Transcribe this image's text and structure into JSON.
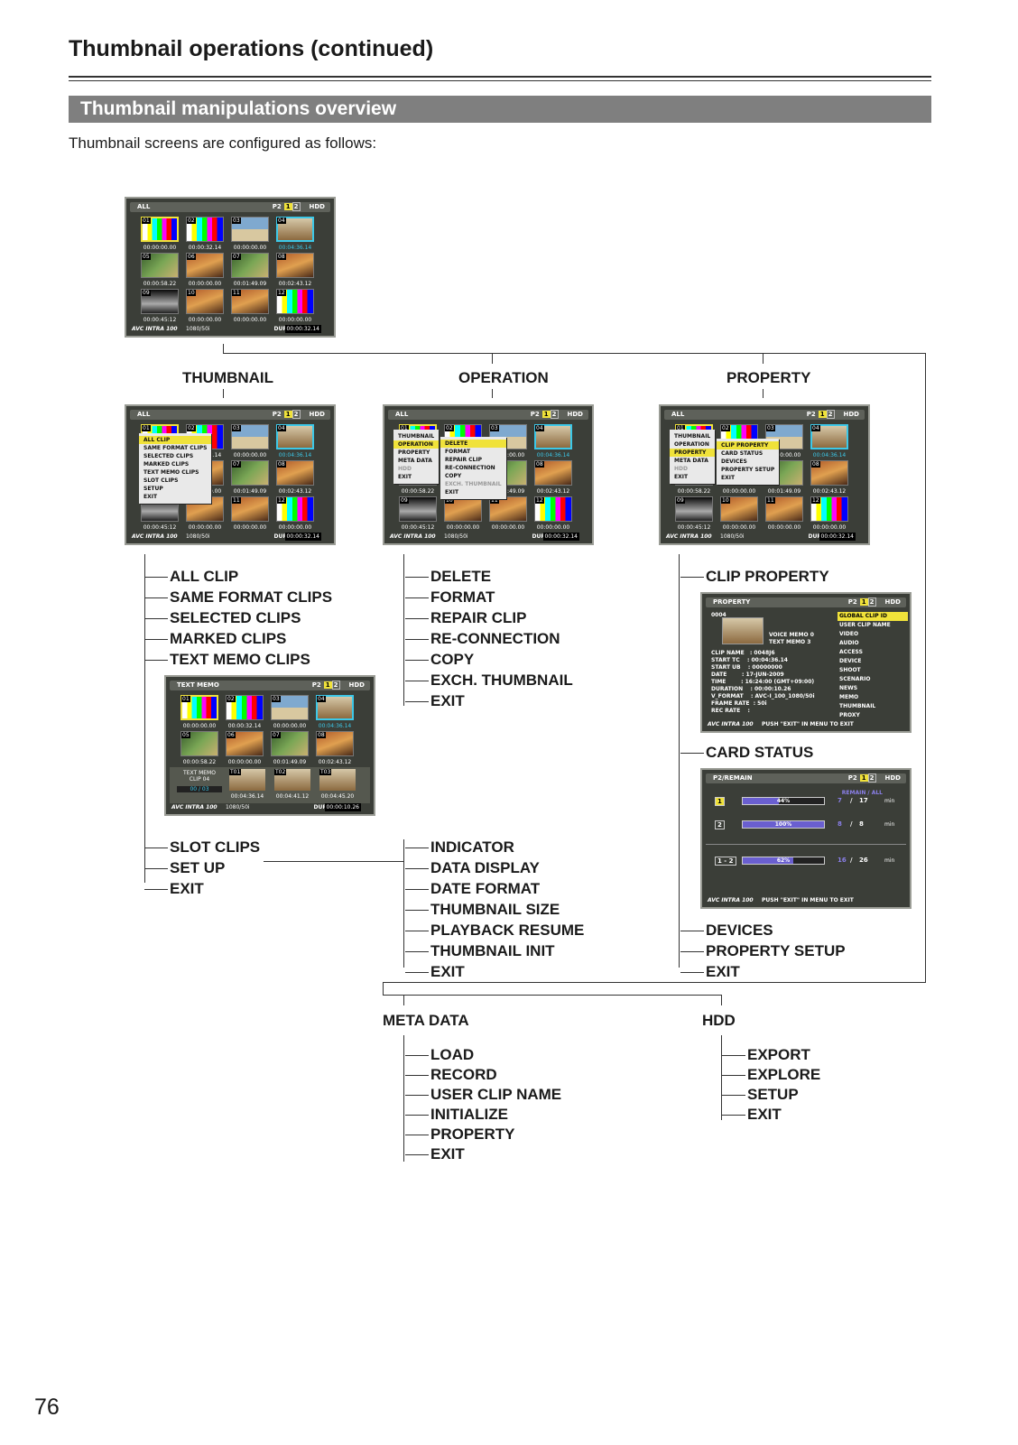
{
  "header": {
    "title": "Thumbnail operations (continued)"
  },
  "section": {
    "title": "Thumbnail manipulations overview"
  },
  "intro": "Thumbnail screens are configured as follows:",
  "page_number": "76",
  "screen_common": {
    "slot_label": "P2",
    "slot1": "1",
    "slot2": "2",
    "hdd": "HDD",
    "logo": "AVC INTRA 100",
    "format": "1080/50i",
    "dur_label": "DUR",
    "dur_value": "00:00:32.14",
    "clip_nums": [
      "01",
      "02",
      "03",
      "04",
      "05",
      "06",
      "07",
      "08",
      "09",
      "10",
      "11",
      "12"
    ],
    "timecodes": [
      "00:00:00.00",
      "00:00:32.14",
      "00:00:00.00",
      "00:04:36.14",
      "00:00:58.22",
      "00:00:00.00",
      "00:01:49.09",
      "00:02:43.12",
      "00:00:45:12",
      "00:00:00.00",
      "00:00:00.00",
      "00:00:00.00"
    ]
  },
  "screens": {
    "main": {
      "top": "ALL"
    },
    "thumbnail": {
      "top": "ALL",
      "menu": [
        "ALL CLIP",
        "SAME FORMAT CLIPS",
        "SELECTED CLIPS",
        "MARKED CLIPS",
        "TEXT MEMO CLIPS",
        "SLOT CLIPS",
        "SETUP",
        "EXIT"
      ]
    },
    "operation": {
      "top": "ALL",
      "menu": [
        "THUMBNAIL",
        "OPERATION",
        "PROPERTY",
        "META DATA",
        "HDD",
        "EXIT"
      ],
      "submenu": [
        "DELETE",
        "FORMAT",
        "REPAIR CLIP",
        "RE-CONNECTION",
        "COPY",
        "EXCH. THUMBNAIL",
        "EXIT"
      ]
    },
    "property": {
      "top": "ALL",
      "menu": [
        "THUMBNAIL",
        "OPERATION",
        "PROPERTY",
        "META DATA",
        "HDD",
        "EXIT"
      ],
      "submenu": [
        "CLIP PROPERTY",
        "CARD STATUS",
        "DEVICES",
        "PROPERTY SETUP",
        "EXIT"
      ]
    },
    "text_memo": {
      "top": "TEXT MEMO",
      "memo_label": "TEXT MEMO",
      "clip_label": "CLIP 04",
      "counter": "00 / 03",
      "memo_slots": [
        "T01",
        "T02",
        "T03"
      ],
      "memo_tcs": [
        "00:04:36.14",
        "00:04:41.12",
        "00:04:45.20"
      ],
      "dur_value": "00:00:10.26"
    },
    "clip_property": {
      "top": "PROPERTY",
      "clip_no": "0004",
      "voice_memo": "VOICE MEMO   0",
      "text_memo": "TEXT MEMO   3",
      "fields": [
        "CLIP NAME   : 0048J6",
        "START TC    : 00:04:36.14",
        "START UB    : 00000000",
        "DATE        : 17-JUN-2009",
        "TIME        : 16:24:00 (GMT+09:00)",
        "DURATION    : 00:00:10.26",
        "V_FORMAT    : AVC-I_100_1080/50i",
        "FRAME RATE  : 50i",
        "REC RATE    :"
      ],
      "side_menu": [
        "GLOBAL CLIP ID",
        "USER CLIP NAME",
        "VIDEO",
        "AUDIO",
        "ACCESS",
        "DEVICE",
        "SHOOT",
        "SCENARIO",
        "NEWS",
        "MEMO",
        "THUMBNAIL",
        "PROXY"
      ],
      "footer": "PUSH \"EXIT\" IN MENU TO EXIT"
    },
    "card_status": {
      "top": "P2/REMAIN",
      "legend": "REMAIN / ALL",
      "rows": [
        {
          "slot": "1",
          "percent": "44%",
          "fill": 44,
          "remain": "7",
          "sep": "/",
          "all": "17",
          "unit": "min"
        },
        {
          "slot": "2",
          "percent": "100%",
          "fill": 100,
          "remain": "8",
          "sep": "/",
          "all": "8",
          "unit": "min"
        },
        {
          "slot": "1 - 2",
          "percent": "62%",
          "fill": 62,
          "remain": "16",
          "sep": "/",
          "all": "26",
          "unit": "min"
        }
      ],
      "footer": "PUSH \"EXIT\" IN MENU TO EXIT"
    }
  },
  "tree": {
    "thumbnail": {
      "label": "THUMBNAIL",
      "items": [
        "ALL CLIP",
        "SAME FORMAT CLIPS",
        "SELECTED CLIPS",
        "MARKED CLIPS",
        "TEXT MEMO CLIPS"
      ],
      "items2": [
        "SLOT CLIPS",
        "SET UP",
        "EXIT"
      ]
    },
    "operation": {
      "label": "OPERATION",
      "items": [
        "DELETE",
        "FORMAT",
        "REPAIR CLIP",
        "RE-CONNECTION",
        "COPY",
        "EXCH. THUMBNAIL",
        "EXIT"
      ]
    },
    "setup": {
      "items": [
        "INDICATOR",
        "DATA DISPLAY",
        "DATE FORMAT",
        "THUMBNAIL SIZE",
        "PLAYBACK RESUME",
        "THUMBNAIL INIT",
        "EXIT"
      ]
    },
    "property": {
      "label": "PROPERTY",
      "items": [
        "CLIP PROPERTY",
        "CARD STATUS",
        "DEVICES",
        "PROPERTY SETUP",
        "EXIT"
      ]
    },
    "meta": {
      "label": "META DATA",
      "items": [
        "LOAD",
        "RECORD",
        "USER CLIP NAME",
        "INITIALIZE",
        "PROPERTY",
        "EXIT"
      ]
    },
    "hdd": {
      "label": "HDD",
      "items": [
        "EXPORT",
        "EXPLORE",
        "SETUP",
        "EXIT"
      ]
    }
  }
}
